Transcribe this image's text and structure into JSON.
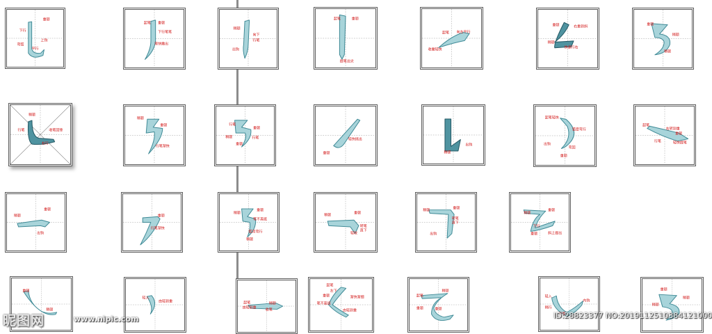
{
  "colors": {
    "label": "#d21818",
    "stroke_fill": "#a8d4da",
    "stroke_edge": "#3f8a96",
    "stroke_dark": "#4f93a0",
    "frame": "#5a5a5a"
  },
  "watermark": {
    "logo": "昵图网",
    "url": "www.nipic.com",
    "id": "ID:28823377 NO:20191125103841210000"
  },
  "cells": [
    {
      "labels": [
        "重顿",
        "下行",
        "上钩",
        "弯弧",
        "平行"
      ]
    },
    {
      "labels": [
        "起笔",
        "重顿",
        "下行笔笔",
        "渐快撇出"
      ]
    },
    {
      "labels": [
        "稍顿",
        "向下",
        "行笔",
        "出钩"
      ]
    },
    {
      "labels": [
        "起笔",
        "重顿",
        "提笔出尖"
      ]
    },
    {
      "labels": [
        "起笔",
        "向左平行",
        "收撇轻快"
      ]
    },
    {
      "labels": [
        "重顿",
        "右重到斜",
        "稍顿",
        "快速行右"
      ]
    },
    {
      "labels": [
        "重顿",
        "稍顿",
        "稍顿"
      ]
    },
    {
      "labels": [
        "稍顿",
        "行笔",
        "收笔回锋",
        "右行"
      ]
    },
    {
      "labels": [
        "稍顿",
        "重顿",
        "行笔渐快"
      ]
    },
    {
      "labels": [
        "行笔",
        "重顿",
        "稍顿",
        "行笔",
        "重顿"
      ]
    },
    {
      "labels": [
        "轻快挑出",
        "重顿"
      ]
    },
    {
      "labels": [
        "出钩",
        "稍顿"
      ]
    },
    {
      "labels": [
        "起笔轻快",
        "弧度弯行",
        "出钩",
        "弯回",
        "重顿"
      ]
    },
    {
      "labels": [
        "起笔",
        "右转到重",
        "重顿",
        "行笔",
        "轻快提笔"
      ]
    },
    {
      "labels": [
        "稍顿",
        "重顿",
        "出钩"
      ]
    },
    {
      "labels": [
        "重顿",
        "行笔渐快"
      ]
    },
    {
      "labels": [
        "稍顿",
        "重顿",
        "笔不离纸",
        "弧背弯行",
        "稍顿"
      ]
    },
    {
      "labels": [
        "稍顿",
        "重顿",
        "转笔",
        "轻收",
        "直下"
      ]
    },
    {
      "labels": [
        "稍顿",
        "重顿",
        "转笔",
        "直下",
        "出钩"
      ]
    },
    {
      "labels": [
        "稍顿",
        "重顿",
        "下行",
        "重顿",
        "斜上提出"
      ]
    },
    {
      "labels": [
        "重顿",
        "稍顿"
      ]
    },
    {
      "labels": [
        "轻入",
        "由轻到重"
      ]
    },
    {
      "labels": [
        "起笔",
        "稍顿",
        "由轻到重",
        "收笔"
      ]
    },
    {
      "labels": [
        "起笔",
        "左下",
        "重顿",
        "渐快渐细",
        "笔不离纸",
        "由轻到重"
      ]
    },
    {
      "labels": [
        "起笔",
        "稍顿",
        "重顿",
        "重顿"
      ]
    },
    {
      "labels": [
        "轻入",
        "稍行",
        "内钩",
        "平弧"
      ]
    },
    {
      "labels": [
        "重顿",
        "稍顿",
        "稍顿"
      ]
    }
  ]
}
